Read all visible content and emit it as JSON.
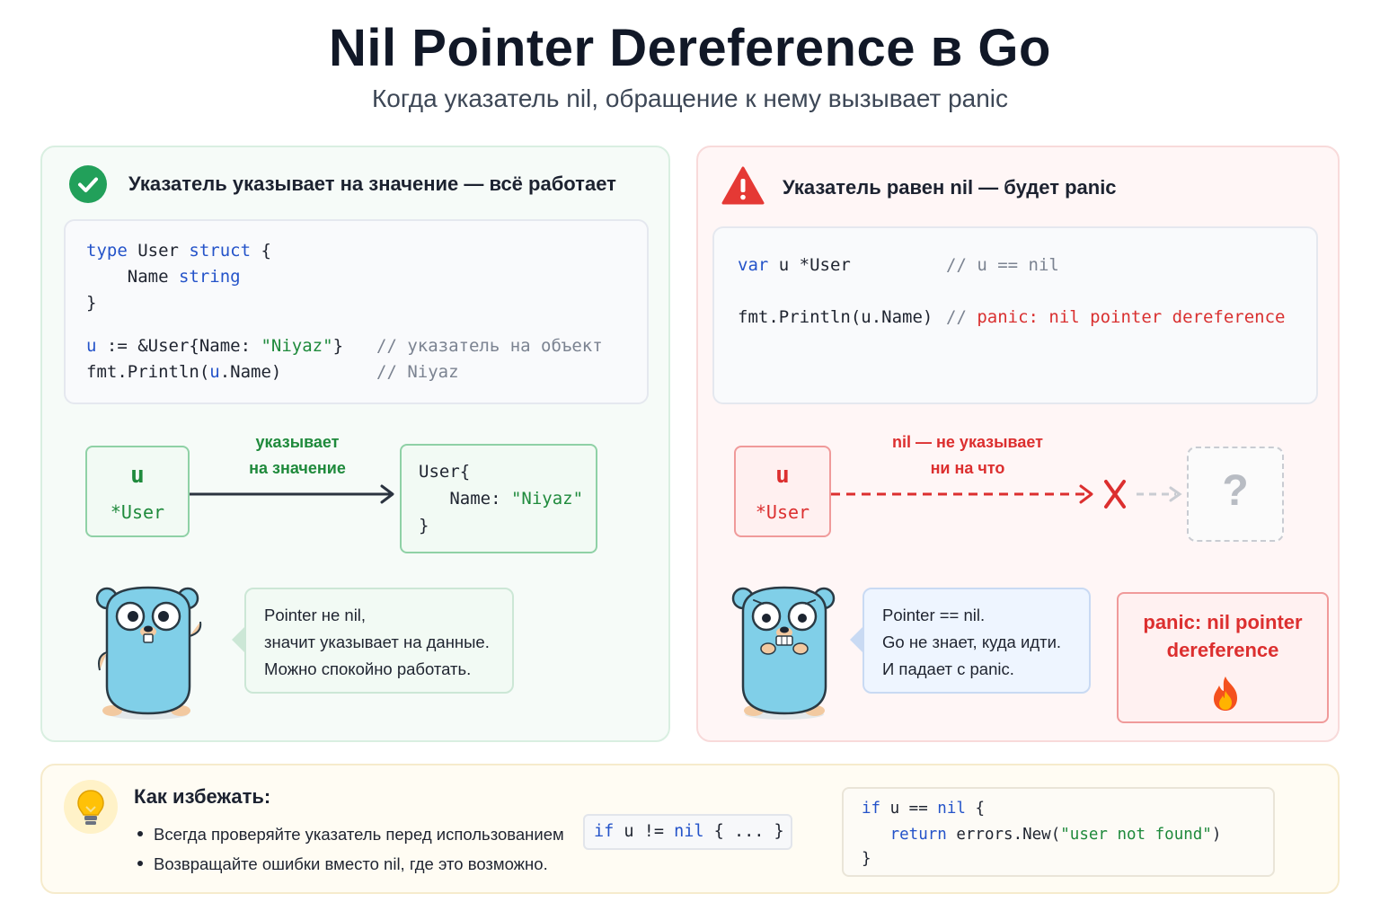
{
  "header": {
    "title": "Nil Pointer Dereference в Go",
    "subtitle": "Когда указатель nil, обращение к нему вызывает panic"
  },
  "left_panel": {
    "heading": "Указатель указывает на значение — всё работает",
    "heading_icon": "check-circle-icon",
    "code": {
      "l1_kw1": "type",
      "l1_mid": " User ",
      "l1_kw2": "struct",
      "l1_end": " {",
      "l2_name": "    Name ",
      "l2_type": "string",
      "l3": "}",
      "l4_var": "u",
      "l4_mid": " := &User{Name: ",
      "l4_str": "\"Niyaz\"",
      "l4_end": "}",
      "l4_comment": "// указатель на объект",
      "l5_pre": "fmt.Println(",
      "l5_var": "u",
      "l5_post": ".Name)",
      "l5_comment": "// Niyaz"
    },
    "diagram": {
      "var_name": "u",
      "var_type": "*User",
      "arrow_label_1": "указывает",
      "arrow_label_2": "на значение",
      "struct_l1": "User{",
      "struct_l2_key": "   Name: ",
      "struct_l2_val": "\"Niyaz\"",
      "struct_l3": "}"
    },
    "bubble": {
      "line1": "Pointer не nil,",
      "line2": "значит указывает на данные.",
      "line3": "Можно спокойно работать."
    }
  },
  "right_panel": {
    "heading": "Указатель равен nil — будет panic",
    "heading_icon": "warning-triangle-icon",
    "code": {
      "l1_kw": "var",
      "l1_rest": " u *User",
      "l1_comment": "// u == nil",
      "l2": "fmt.Println(u.Name)",
      "l2_comment_prefix": "// ",
      "l2_comment_err": "panic: nil pointer dereference"
    },
    "diagram": {
      "var_name": "u",
      "var_type": "*User",
      "arrow_label_1": "nil — не указывает",
      "arrow_label_2": "ни на что",
      "unknown": "?"
    },
    "bubble": {
      "line1": "Pointer == nil.",
      "line2": "Go не знает, куда идти.",
      "line3": "И падает с panic."
    },
    "panic_card": {
      "line1": "panic: nil pointer",
      "line2": "dereference",
      "icon": "fire-icon"
    }
  },
  "tips": {
    "icon": "lightbulb-icon",
    "title": "Как избежать:",
    "item1": "Всегда проверяйте указатель перед использованием",
    "item1_code_kw1": "if",
    "item1_code_mid": " u != ",
    "item1_code_kw2": "nil",
    "item1_code_end": " { ... }",
    "item2": "Возвращайте ошибки вместо nil, где это возможно.",
    "code": {
      "l1_kw1": "if",
      "l1_mid": " u == ",
      "l1_kw2": "nil",
      "l1_end": " {",
      "l2_kw": "   return",
      "l2_mid": " errors.New(",
      "l2_str": "\"user not found\"",
      "l2_end": ")",
      "l3": "}"
    }
  },
  "colors": {
    "ok_green": "#22a05a",
    "error_red": "#dc2f2f",
    "keyword_blue": "#2453c9",
    "string_green": "#1f8a3c",
    "gopher_blue": "#80cfe8"
  }
}
